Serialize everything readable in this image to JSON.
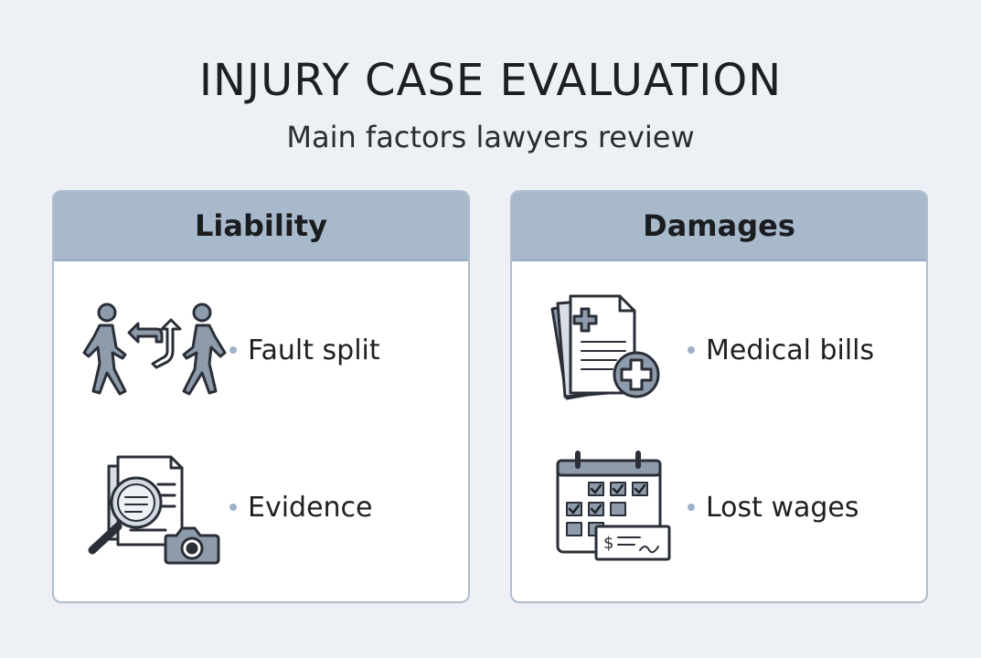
{
  "header": {
    "title": "INJURY CASE EVALUATION",
    "subtitle": "Main factors lawyers review"
  },
  "cards": [
    {
      "title": "Liability",
      "items": [
        {
          "label": "Fault split",
          "icon": "two-people-arrows-icon"
        },
        {
          "label": "Evidence",
          "icon": "magnifier-documents-camera-icon"
        }
      ]
    },
    {
      "title": "Damages",
      "items": [
        {
          "label": "Medical bills",
          "icon": "medical-documents-icon"
        },
        {
          "label": "Lost wages",
          "icon": "calendar-check-icon"
        }
      ]
    }
  ],
  "colors": {
    "background": "#edf0f4",
    "card_header": "#a8b9cc",
    "icon_fill": "#8e9bab",
    "icon_stroke": "#2a2f37"
  }
}
